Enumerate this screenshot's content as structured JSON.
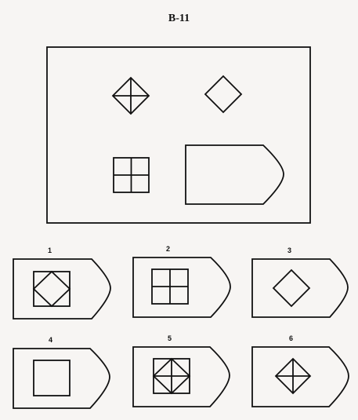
{
  "puzzle": {
    "title": "B-11"
  },
  "options": [
    {
      "label": "1",
      "inner": "square-with-diamond"
    },
    {
      "label": "2",
      "inner": "square-with-cross"
    },
    {
      "label": "3",
      "inner": "diamond"
    },
    {
      "label": "4",
      "inner": "square"
    },
    {
      "label": "5",
      "inner": "square-with-diamond-and-cross"
    },
    {
      "label": "6",
      "inner": "diamond-with-cross"
    }
  ],
  "matrix": [
    {
      "cell": "top-left",
      "figure": "diamond-with-cross"
    },
    {
      "cell": "top-right",
      "figure": "diamond"
    },
    {
      "cell": "bottom-left",
      "figure": "square-with-cross"
    },
    {
      "cell": "bottom-right",
      "figure": "missing-piece-blank"
    }
  ],
  "colors": {
    "ink": "#111111",
    "paper": "#f7f5f3"
  }
}
